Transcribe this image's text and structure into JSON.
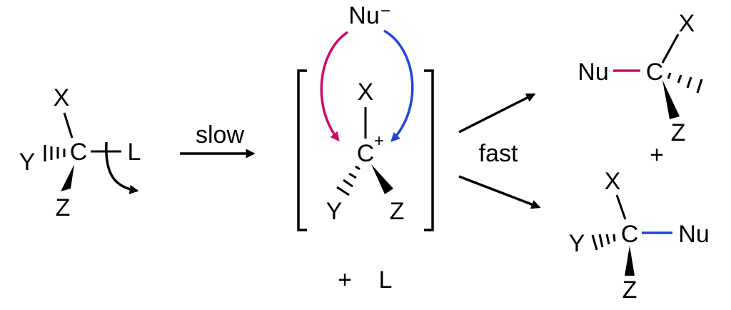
{
  "colors": {
    "black": "#000000",
    "magenta": "#CE0A6C",
    "blue": "#2247D6",
    "background": "#ffffff"
  },
  "step_labels": {
    "slow": "slow",
    "fast": "fast"
  },
  "reactant": {
    "substituent_x": "X",
    "substituent_y": "Y",
    "substituent_z": "Z",
    "carbon": "C",
    "leaving_group": "L"
  },
  "intermediate": {
    "nucleophile": "Nu",
    "nucleophile_charge": "−",
    "substituent_x": "X",
    "substituent_y": "Y",
    "substituent_z": "Z",
    "carbon": "C",
    "carbon_charge": "+",
    "byproduct_plus": "+",
    "byproduct_leaving_group": "L"
  },
  "products": {
    "plus": "+",
    "top": {
      "nucleophile": "Nu",
      "carbon": "C",
      "substituent_x": "X",
      "substituent_z": "Z"
    },
    "bottom": {
      "substituent_x": "X",
      "substituent_y": "Y",
      "carbon": "C",
      "nucleophile": "Nu",
      "substituent_z": "Z"
    }
  }
}
